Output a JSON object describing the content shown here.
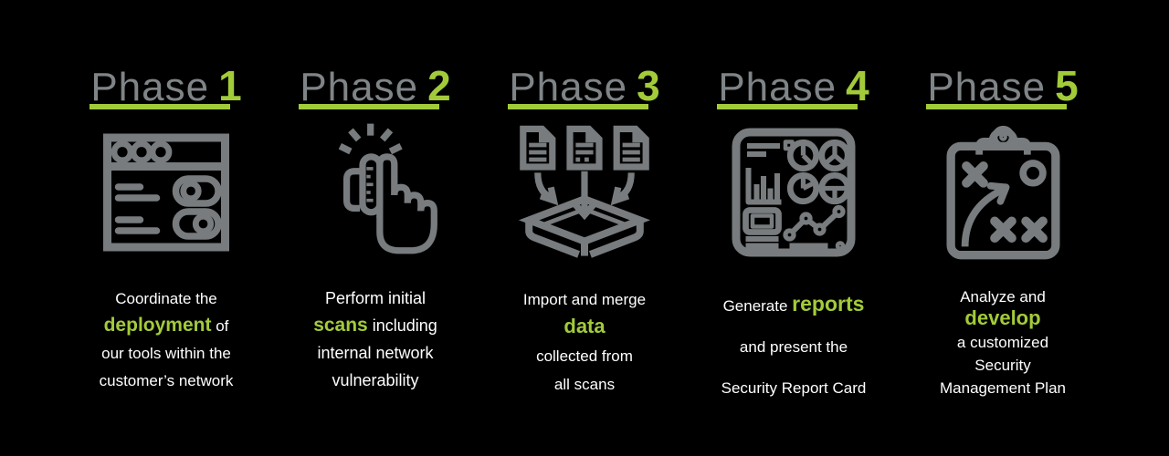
{
  "colors": {
    "accent_green": "#A2CB3A",
    "icon_gray": "#787C7E",
    "heading_gray": "#7F8487",
    "body_text_white": "#FFFFFF",
    "background": "#000000"
  },
  "phases": [
    {
      "label": "Phase",
      "number": "1",
      "icon": "deployment-settings-window-icon",
      "lines": [
        {
          "pre": "Coordinate the"
        },
        {
          "hl": "deployment",
          "post": " of"
        },
        {
          "pre": "our tools within the"
        },
        {
          "pre": "customer’s network"
        }
      ]
    },
    {
      "label": "Phase",
      "number": "2",
      "icon": "finger-press-button-icon",
      "lines": [
        {
          "pre": "Perform initial"
        },
        {
          "hl": "scans",
          "post": " including"
        },
        {
          "pre": "internal network"
        },
        {
          "pre": "vulnerability"
        }
      ]
    },
    {
      "label": "Phase",
      "number": "3",
      "icon": "merge-documents-box-icon",
      "lines": [
        {
          "pre": "Import and merge"
        },
        {
          "hl": "data"
        },
        {
          "pre": "collected from"
        },
        {
          "pre": "all scans"
        }
      ]
    },
    {
      "label": "Phase",
      "number": "4",
      "icon": "reports-dashboard-icon",
      "lines": [
        {
          "pre": "Generate ",
          "hl": "reports"
        },
        {
          "pre": "and present the"
        },
        {
          "pre": "Security Report Card"
        }
      ]
    },
    {
      "label": "Phase",
      "number": "5",
      "icon": "strategy-clipboard-icon",
      "lines": [
        {
          "pre": "Analyze and"
        },
        {
          "hl": "develop"
        },
        {
          "pre": "a customized"
        },
        {
          "pre": "Security"
        },
        {
          "pre": "Management Plan"
        }
      ]
    }
  ]
}
